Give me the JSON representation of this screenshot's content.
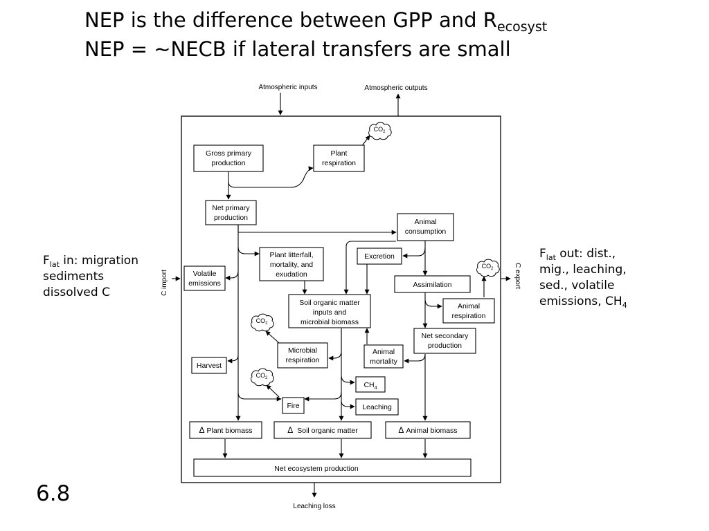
{
  "title": {
    "line1_main": "NEP is the difference between GPP and R",
    "line1_sub": "ecosyst",
    "line2": "NEP = ~NECB if lateral transfers are small"
  },
  "left_note": {
    "f": "F",
    "lat": "lat",
    "line1_rest": " in: migration",
    "line2": "sediments",
    "line3": "dissolved C"
  },
  "right_note": {
    "f": "F",
    "lat": "lat",
    "line1_rest": " out: dist.,",
    "line2": "mig., leaching,",
    "line3": "sed., volatile",
    "line4_main": "emissions, CH",
    "line4_sub": "4"
  },
  "slide_number": "6.8",
  "diagram": {
    "external": {
      "atmospheric_inputs": "Atmospheric inputs",
      "atmospheric_outputs": "Atmospheric outputs",
      "c_import": "C import",
      "c_export": "C export",
      "leaching_loss": "Leaching loss"
    },
    "cloud_label": "CO",
    "cloud_sub": "2",
    "delta_symbol": "Δ",
    "boxes": {
      "gpp": [
        "Gross primary",
        "production"
      ],
      "plant_respiration": [
        "Plant",
        "respiration"
      ],
      "npp": [
        "Net primary",
        "production"
      ],
      "animal_consumption": [
        "Animal",
        "consumption"
      ],
      "plant_litterfall": [
        "Plant litterfall,",
        "mortality, and",
        "exudation"
      ],
      "excretion": [
        "Excretion"
      ],
      "volatile_emissions": [
        "Volatile",
        "emissions"
      ],
      "assimilation": [
        "Assimilation"
      ],
      "soil_om_inputs": [
        "Soil organic matter",
        "inputs and",
        "microbial biomass"
      ],
      "animal_respiration": [
        "Animal",
        "respiration"
      ],
      "net_secondary_production": [
        "Net secondary",
        "production"
      ],
      "microbial_respiration": [
        "Microbial",
        "respiration"
      ],
      "animal_mortality": [
        "Animal",
        "mortality"
      ],
      "harvest": [
        "Harvest"
      ],
      "ch4_main": "CH",
      "ch4_sub": "4",
      "fire": [
        "Fire"
      ],
      "leaching": [
        "Leaching"
      ],
      "plant_biomass": "Plant biomass",
      "soil_organic_matter": "Soil organic matter",
      "animal_biomass": "Animal biomass",
      "net_ecosystem_production": "Net ecosystem production"
    }
  }
}
